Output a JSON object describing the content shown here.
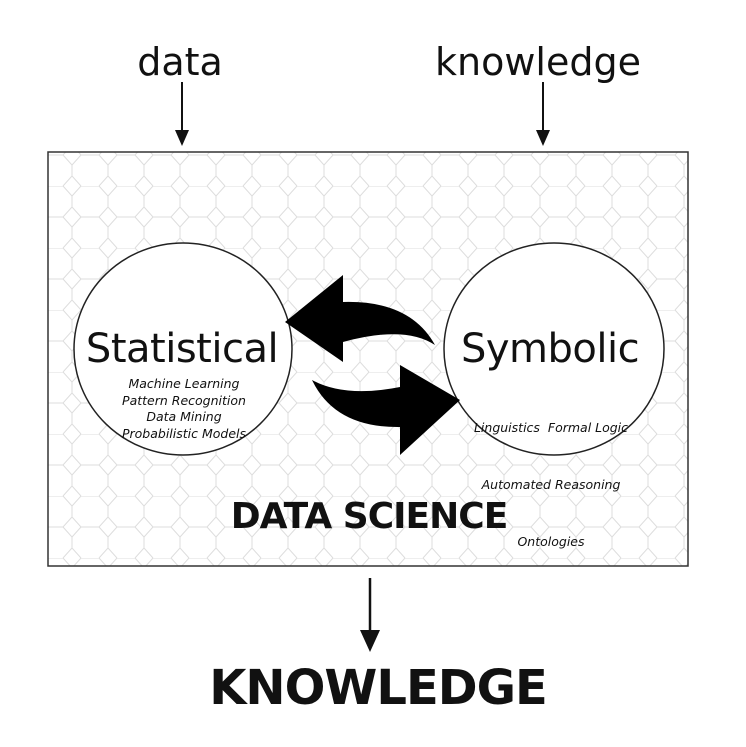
{
  "inputs": {
    "data_label": "data",
    "knowledge_label": "knowledge"
  },
  "statistical": {
    "title": "Statistical",
    "items": [
      "Machine Learning",
      "Pattern Recognition",
      "Data Mining",
      "Probabilistic Models"
    ]
  },
  "symbolic": {
    "title": "Symbolic",
    "items": [
      "Linguistics  Formal Logic",
      "Automated Reasoning",
      "Ontologies"
    ]
  },
  "box_label": "DATA SCIENCE",
  "output_label": "KNOWLEDGE"
}
